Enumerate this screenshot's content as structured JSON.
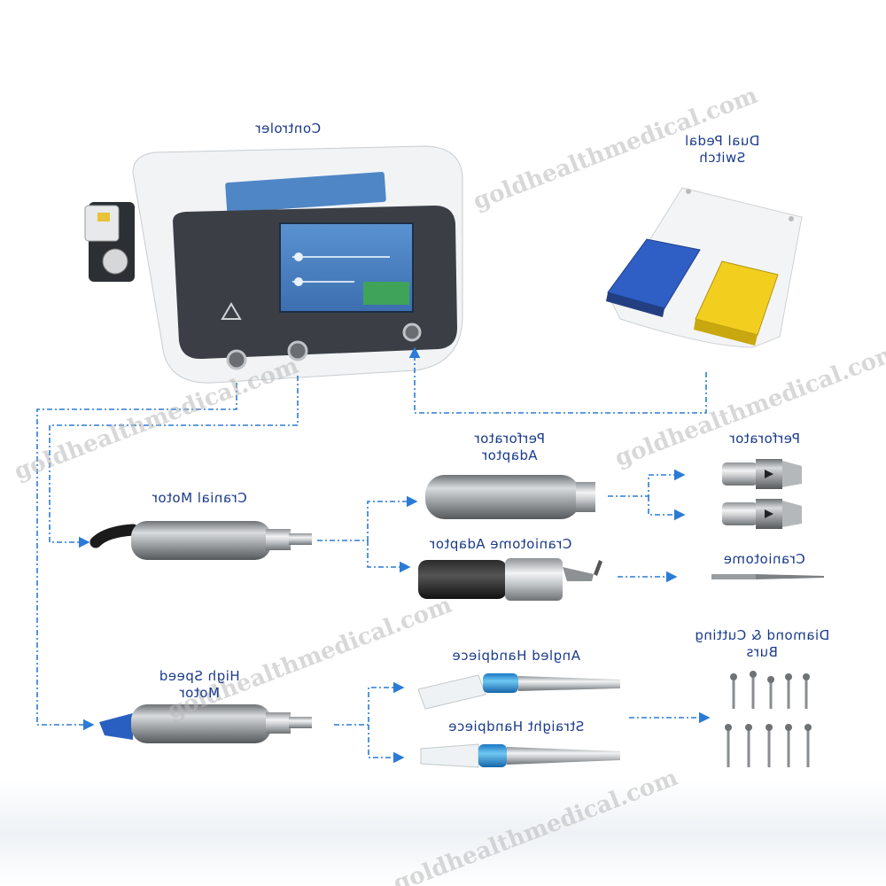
{
  "labels": {
    "controller": "Controler",
    "dual_pedal_switch": [
      "Dual Pedal",
      "Switch"
    ],
    "perforator_adaptor": [
      "Perforator",
      "Adaptor"
    ],
    "perforator": "Perforator",
    "cranial_motor": "Cranial Motor",
    "craniotome_adaptor": "Craniotome Adaptor",
    "craniotome": "Craniotome",
    "diamond_cutting_burs": [
      "Diamond & Cutting",
      "Burs"
    ],
    "angled_handpiece": "Angled Handpiece",
    "high_speed_motor": [
      "High Speed",
      "Motor"
    ],
    "straight_handpiece": "Straight Handpiece"
  },
  "watermark": "goldhealthmedical.com",
  "colors": {
    "label": "#1a3a8a",
    "connector": "#2b7bd6",
    "pedal_blue": "#2f5fc4",
    "pedal_yellow": "#f2cf1f",
    "screen": "#4f86c6",
    "accent_green": "#3fa35a",
    "handpiece_accent": "#35a6e0"
  }
}
